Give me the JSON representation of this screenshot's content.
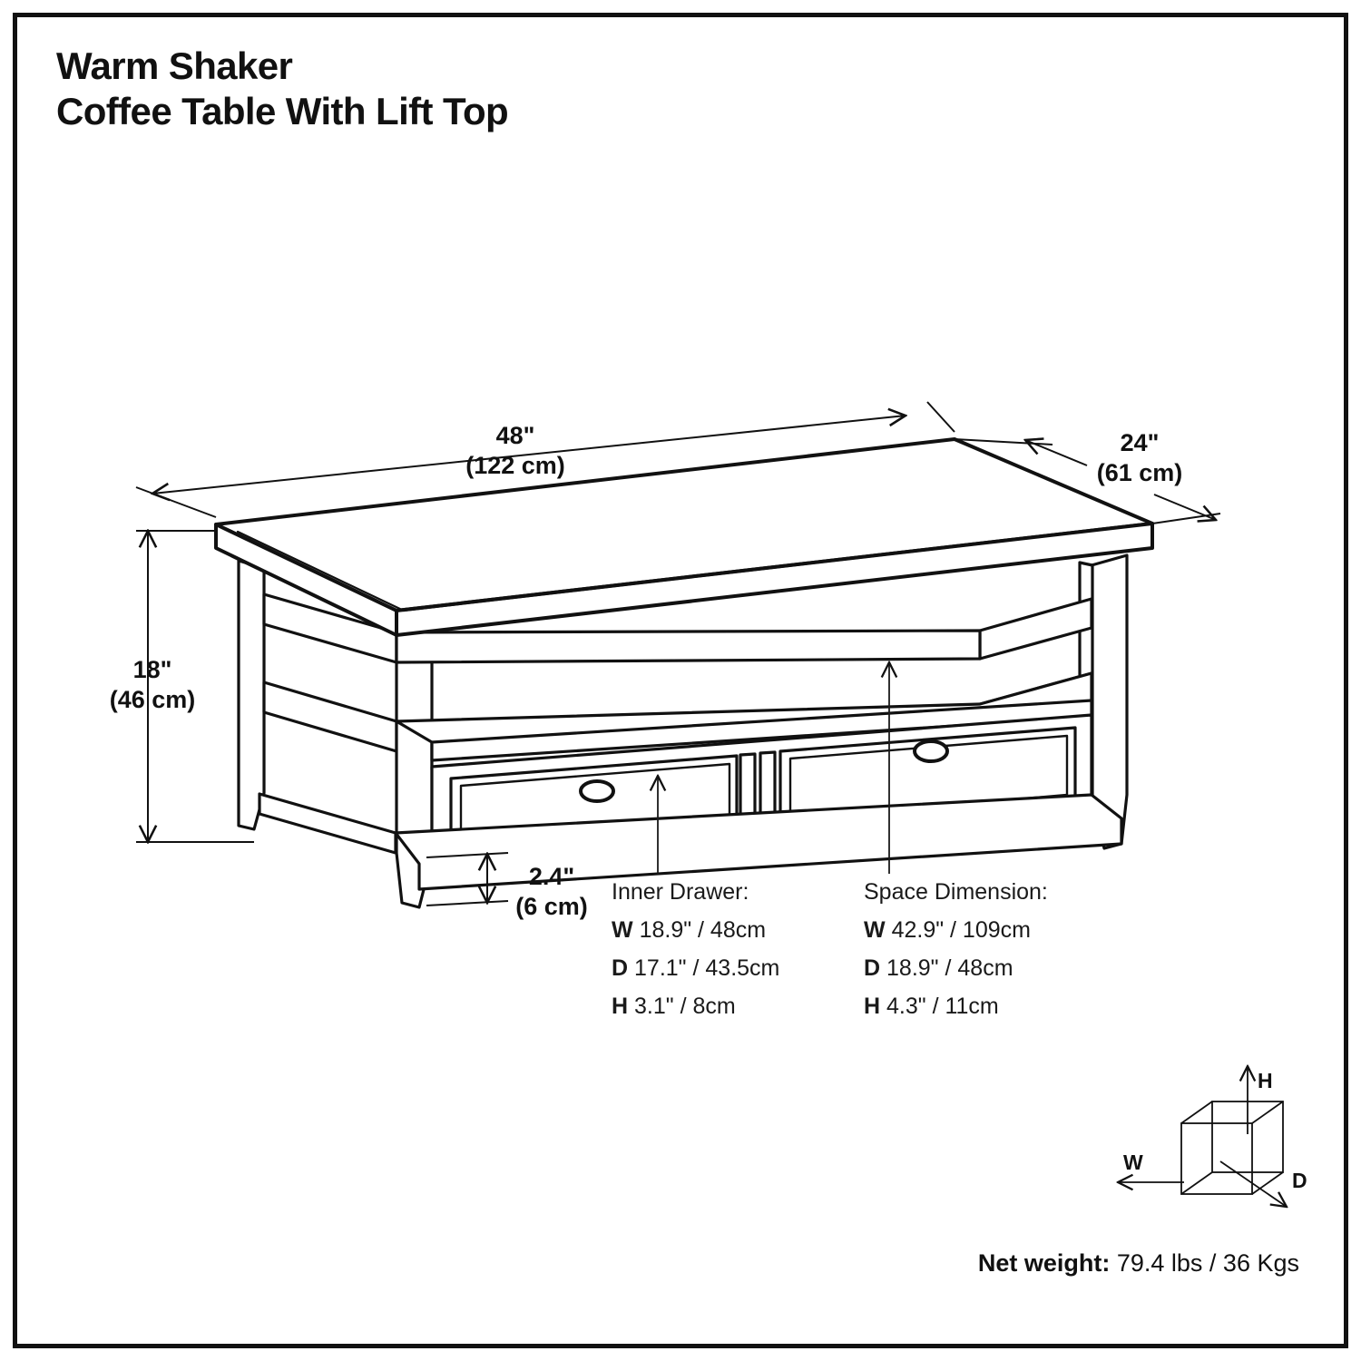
{
  "product": {
    "brand_line": "Warm Shaker",
    "name_line": "Coffee Table With Lift Top"
  },
  "overall_dimensions": {
    "width": {
      "inches": "48\"",
      "metric": "(122 cm)"
    },
    "depth": {
      "inches": "24\"",
      "metric": "(61 cm)"
    },
    "height": {
      "inches": "18\"",
      "metric": "(46 cm)"
    },
    "floor_clearance": {
      "inches": "2.4\"",
      "metric": "(6 cm)"
    }
  },
  "callouts": [
    {
      "title": "Inner Drawer:",
      "rows": [
        {
          "key": "W",
          "value": "18.9\" / 48cm"
        },
        {
          "key": "D",
          "value": "17.1\" / 43.5cm"
        },
        {
          "key": "H",
          "value": "3.1\" / 8cm"
        }
      ]
    },
    {
      "title": "Space Dimension:",
      "rows": [
        {
          "key": "W",
          "value": "42.9\" / 109cm"
        },
        {
          "key": "D",
          "value": "18.9\" / 48cm"
        },
        {
          "key": "H",
          "value": "4.3\" / 11cm"
        }
      ]
    }
  ],
  "legend": {
    "height_label": "H",
    "width_label": "W",
    "depth_label": "D"
  },
  "footer": {
    "net_weight_label": "Net weight:",
    "net_weight_value": "79.4 lbs / 36 Kgs"
  },
  "style": {
    "ink": "#111111",
    "paper": "#ffffff",
    "line_thin": "#1a1a1a"
  }
}
